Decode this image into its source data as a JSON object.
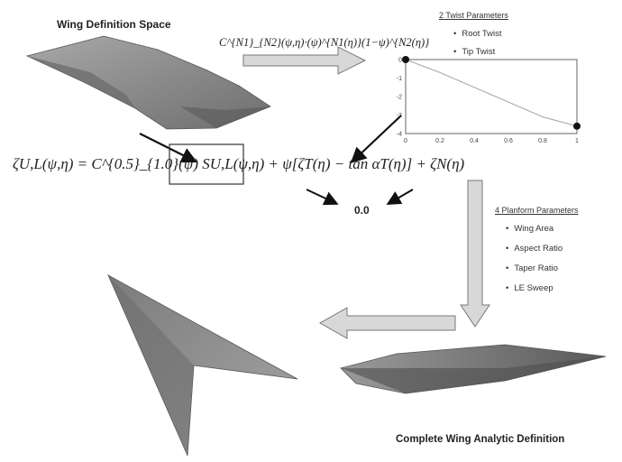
{
  "title_left": "Wing Definition Space",
  "twist": {
    "heading": "2 Twist Parameters",
    "items": [
      "Root Twist",
      "Tip Twist"
    ],
    "chart_data": {
      "type": "line",
      "title": "",
      "xlabel": "",
      "ylabel": "",
      "x_ticks": [
        "0",
        "0.2",
        "0.4",
        "0.6",
        "0.8",
        "1"
      ],
      "y_ticks": [
        "0",
        "-1",
        "-2",
        "-3",
        "-4"
      ],
      "xlim": [
        0,
        1
      ],
      "ylim": [
        -4,
        0
      ],
      "series": [
        {
          "x": [
            0,
            0.2,
            0.4,
            0.6,
            0.8,
            1.0
          ],
          "y": [
            0,
            -0.7,
            -1.5,
            -2.3,
            -3.1,
            -3.6
          ]
        }
      ],
      "endpoints": [
        {
          "x": 0,
          "y": 0
        },
        {
          "x": 1,
          "y": -3.6
        }
      ]
    }
  },
  "planform": {
    "heading": "4 Planform Parameters",
    "items": [
      "Wing Area",
      "Aspect Ratio",
      "Taper Ratio",
      "LE Sweep"
    ]
  },
  "equation_top": "C^{N1}_{N2}(ψ,η)·(ψ)^{N1(η)}(1−ψ)^{N2(η)}",
  "equation_main": "ζU,L(ψ,η) = C^{0.5}_{1.0}(ψ) SU,L(ψ,η) + ψ[ζT(η) − tan αT(η)] + ζN(η)",
  "zero_label": "0.0",
  "bottom_caption": "Complete Wing Analytic Definition",
  "colors": {
    "wing_fill": "#8e8e8e",
    "wing_dark": "#5e5e5e",
    "arrow_fill": "#d8d8d8",
    "arrow_stroke": "#777777"
  }
}
